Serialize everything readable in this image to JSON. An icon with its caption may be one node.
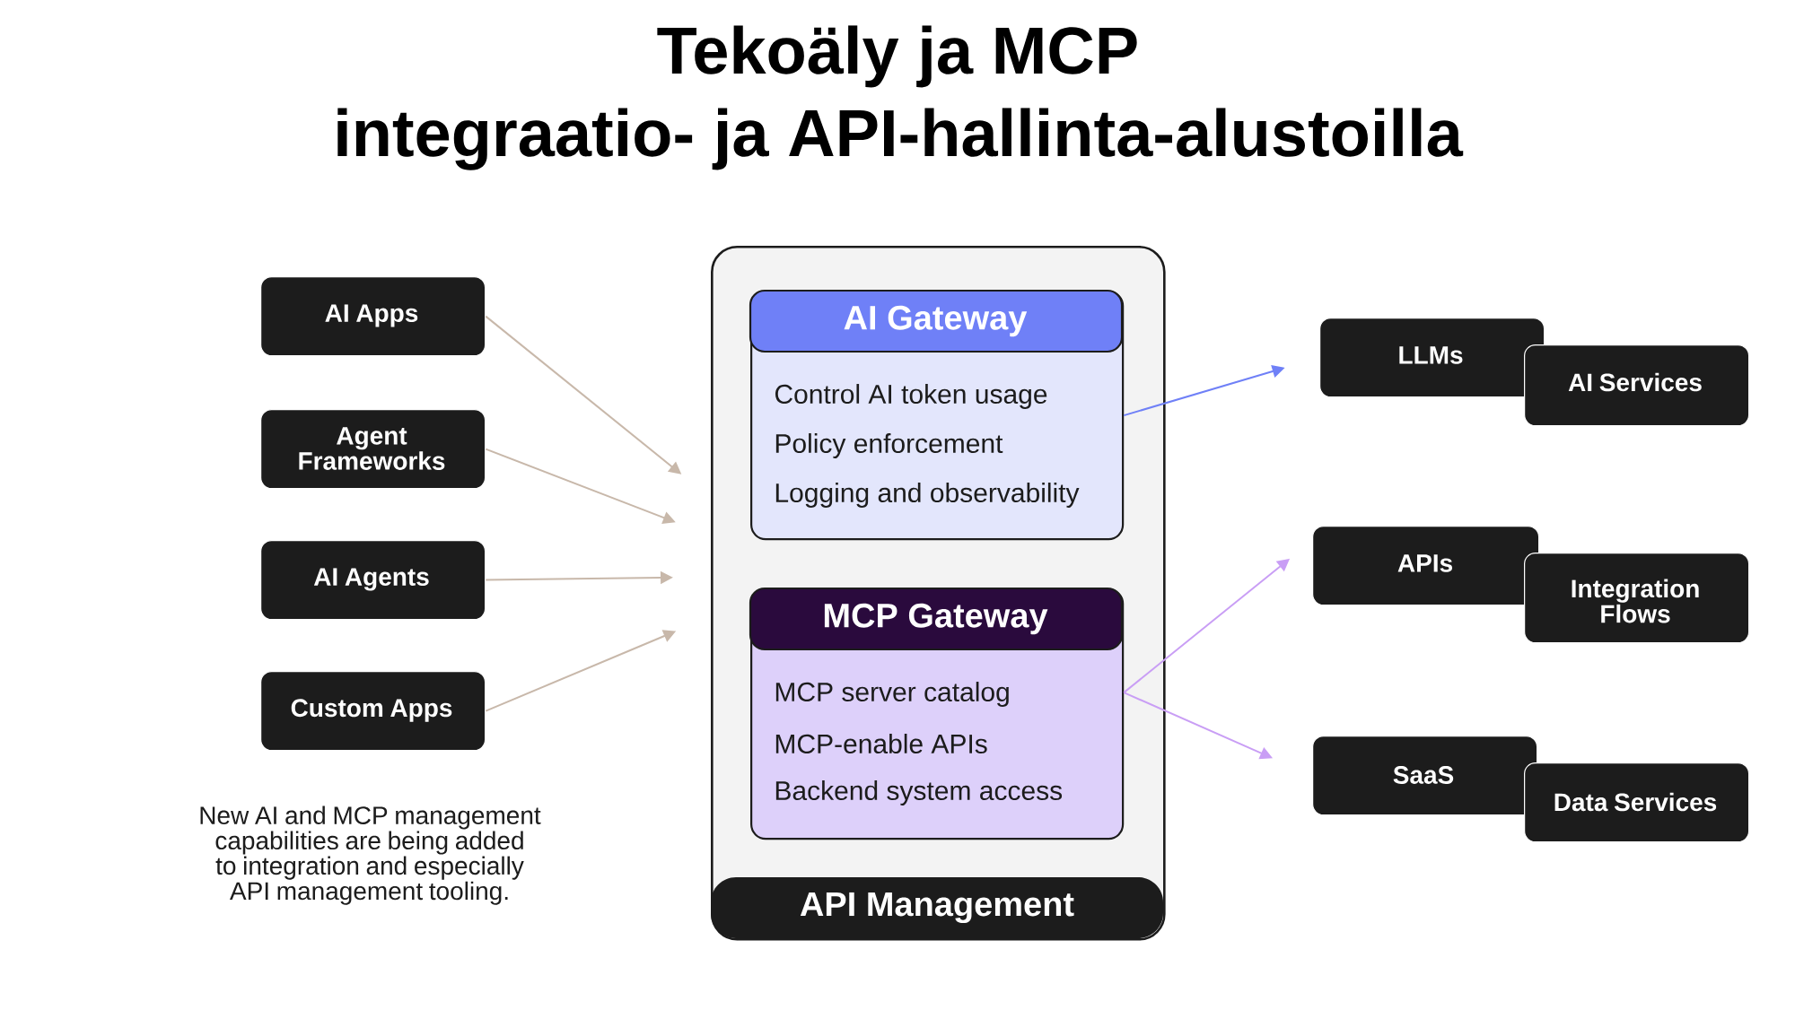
{
  "diagram": {
    "title": "Tekoäly ja MCP integraatio- ja API-hallinta-alustoilla",
    "nodes": [
      {
        "text": [
          "AI Apps"
        ]
      },
      {
        "text": [
          "Agent Frameworks"
        ]
      },
      {
        "text": [
          "AI Agents"
        ]
      },
      {
        "text": [
          "Custom Apps"
        ]
      },
      {
        "text": [
          "API Management"
        ]
      },
      {
        "text": [
          "AI Gateway",
          "Control AI token usage",
          "Policy enforcement",
          "Logging and observability"
        ],
        "in": 4
      },
      {
        "text": [
          "MCP Gateway",
          "MCP server catalog",
          "MCP-enable APIs",
          "Backend system access"
        ],
        "in": 4
      },
      {
        "text": [
          "LLMs"
        ]
      },
      {
        "text": [
          "AI Services"
        ]
      },
      {
        "text": [
          "APIs"
        ]
      },
      {
        "text": [
          "Integration Flows"
        ]
      },
      {
        "text": [
          "SaaS"
        ]
      },
      {
        "text": [
          "Data Services"
        ]
      }
    ],
    "edges": [
      {
        "from": 0,
        "to": 4,
        "arrow": "to",
        "color": "#c8b8aa"
      },
      {
        "from": 1,
        "to": 4,
        "arrow": "to",
        "color": "#c8b8aa"
      },
      {
        "from": 2,
        "to": 4,
        "arrow": "to",
        "color": "#c8b8aa"
      },
      {
        "from": 3,
        "to": 4,
        "arrow": "to",
        "color": "#c8b8aa"
      },
      {
        "from": 5,
        "to": 7,
        "arrow": "to",
        "color": "#6f80f7"
      },
      {
        "from": 6,
        "to": 9,
        "arrow": "to",
        "color": "#c99ef5"
      },
      {
        "from": 6,
        "to": 11,
        "arrow": "to",
        "color": "#c99ef5"
      }
    ],
    "labels": [
      "New AI and MCP management capabilities are being added to integration and especially API management tooling."
    ]
  }
}
